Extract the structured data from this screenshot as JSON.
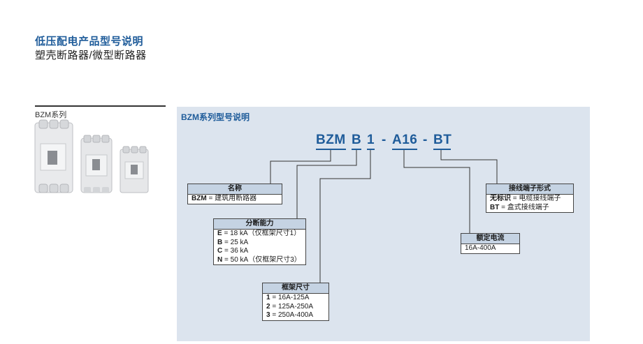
{
  "header": {
    "title": "低压配电产品型号说明",
    "subtitle": "塑壳断路器/微型断路器"
  },
  "series": {
    "label": "BZM系列"
  },
  "panel": {
    "title": "BZM系列型号说明",
    "code": {
      "prefix": "BZM",
      "capacity": "B",
      "frame": "1",
      "sep1": "-",
      "current": "A16",
      "sep2": "-",
      "terminal": "BT"
    }
  },
  "boxes": {
    "name": {
      "header": "名称",
      "rows": [
        {
          "k": "BZM",
          "v": " = 建筑用断路器"
        }
      ]
    },
    "breaking": {
      "header": "分断能力",
      "rows": [
        {
          "k": "E",
          "v": " = 18 kA（仅框架尺寸1）"
        },
        {
          "k": "B",
          "v": " = 25 kA"
        },
        {
          "k": "C",
          "v": " = 36 kA"
        },
        {
          "k": "N",
          "v": " = 50 kA（仅框架尺寸3）"
        }
      ]
    },
    "frame": {
      "header": "框架尺寸",
      "rows": [
        {
          "k": "1",
          "v": " = 16A-125A"
        },
        {
          "k": "2",
          "v": " = 125A-250A"
        },
        {
          "k": "3",
          "v": " = 250A-400A"
        }
      ]
    },
    "current": {
      "header": "额定电流",
      "rows": [
        {
          "k": "",
          "v": "16A-400A"
        }
      ]
    },
    "terminal": {
      "header": "接线端子形式",
      "rows": [
        {
          "k": "无标识",
          "v": " = 电缆接线端子"
        },
        {
          "k": "BT",
          "v": " = 盒式接线端子"
        }
      ]
    }
  },
  "colors": {
    "accent": "#1f5c9a",
    "panel_bg": "#dce4ee",
    "box_header": "#c5d3e3"
  }
}
